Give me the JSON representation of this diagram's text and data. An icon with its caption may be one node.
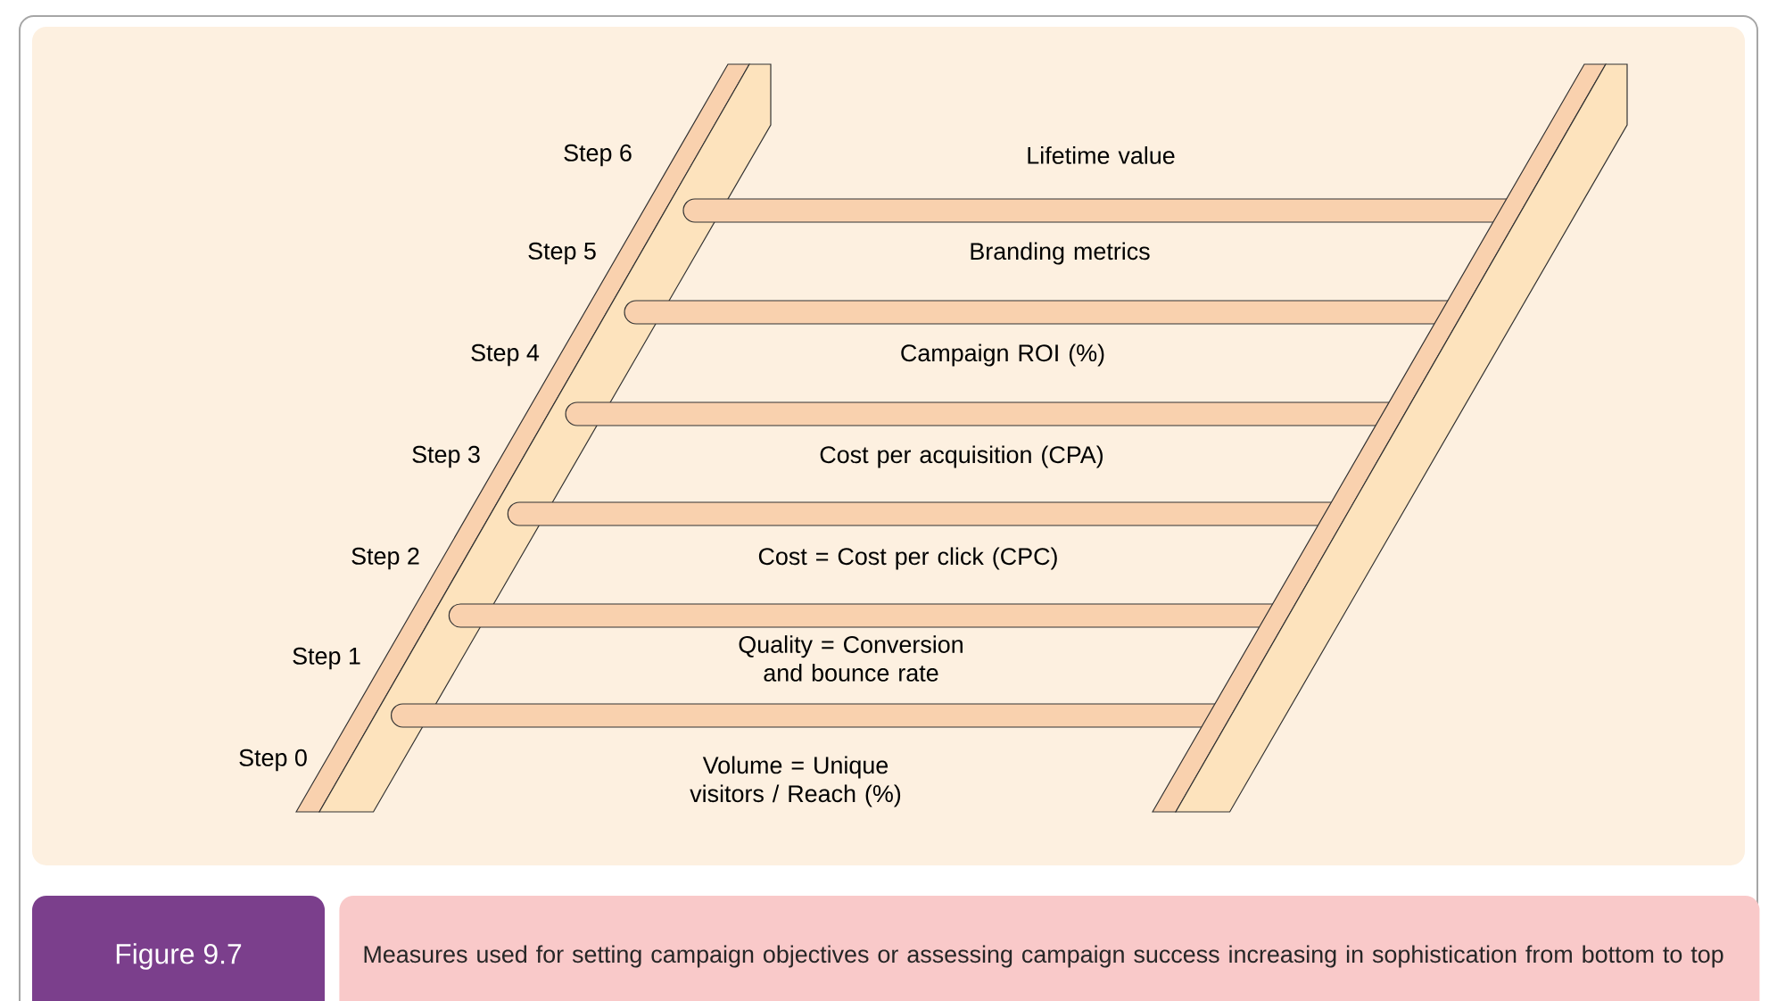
{
  "diagram": {
    "caption": "Measures used for setting campaign objectives or assessing campaign success increasing in sophistication from bottom to top",
    "labels": [
      "Step 6",
      "Lifetime value",
      "Step 5",
      "Branding metrics",
      "Step 4",
      "Campaign ROI (%)",
      "Step 3",
      "Cost per acquisition (CPA)",
      "Step 2",
      "Cost = Cost per click (CPC)",
      "Step 1",
      "Quality = Conversion and bounce rate",
      "Step 0",
      "Volume = Unique visitors / Reach (%)",
      "Figure 9.7"
    ]
  }
}
